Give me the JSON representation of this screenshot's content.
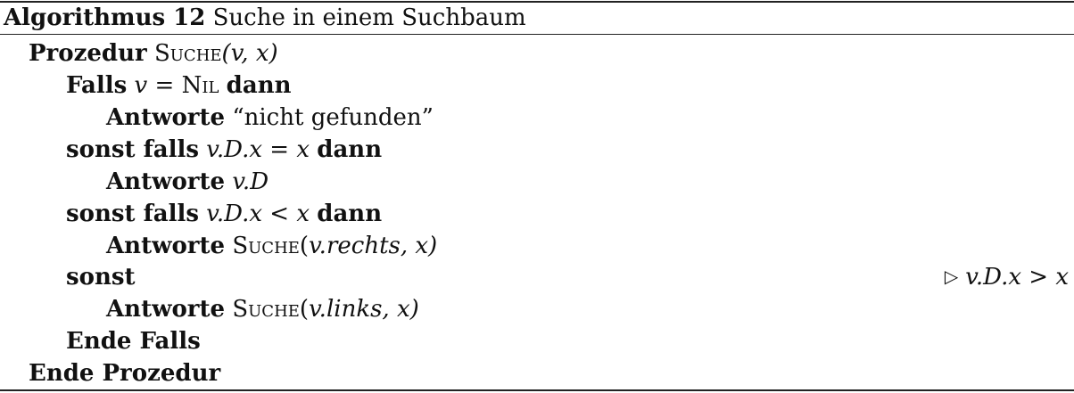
{
  "caption": {
    "label": "Algorithmus 12",
    "title": "Suche in einem Suchbaum"
  },
  "lines": {
    "procedure": {
      "keyword": "Prozedur",
      "name": "Suche",
      "params": "(v, x)"
    },
    "if": {
      "keyword": "Falls",
      "condition_var": "v",
      "condition_op": " = ",
      "condition_value": "Nil",
      "then": "dann"
    },
    "answer_not_found": {
      "keyword": "Antworte",
      "value": "“nicht gefunden”"
    },
    "elseif1": {
      "keyword": "sonst falls",
      "condition_left": "v.D.x",
      "condition_op": " = ",
      "condition_right": "x",
      "then": "dann"
    },
    "answer_found": {
      "keyword": "Antworte",
      "value": "v.D"
    },
    "elseif2": {
      "keyword": "sonst falls",
      "condition_left": "v.D.x",
      "condition_op": " < ",
      "condition_right": "x",
      "then": "dann"
    },
    "answer_right": {
      "keyword": "Antworte",
      "call": "Suche",
      "args_open": "(",
      "args_var": "v.rechts",
      "args_close": ", x)"
    },
    "else": {
      "keyword": "sonst",
      "comment_symbol": "▷",
      "comment": "v.D.x > x"
    },
    "answer_left": {
      "keyword": "Antworte",
      "call": "Suche",
      "args_open": "(",
      "args_var": "v.links",
      "args_close": ", x)"
    },
    "end_if": {
      "keyword": "Ende Falls"
    },
    "end_procedure": {
      "keyword": "Ende Prozedur"
    }
  }
}
